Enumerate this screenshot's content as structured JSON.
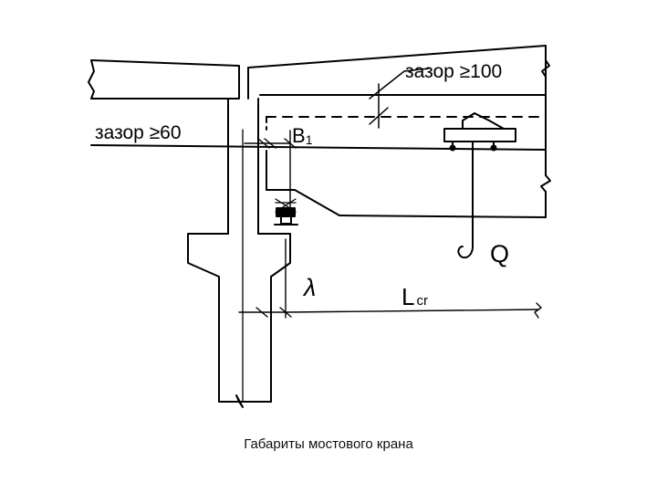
{
  "labels": {
    "gap_top": "зазор ≥100",
    "gap_side": "зазор ≥60",
    "b1": "B",
    "b1_sub": "1",
    "load": "Q",
    "lambda": "λ",
    "span": "L",
    "span_sub": "cr"
  },
  "caption": "Габариты мостового крана",
  "colors": {
    "ink": "#000000",
    "background": "#ffffff"
  }
}
